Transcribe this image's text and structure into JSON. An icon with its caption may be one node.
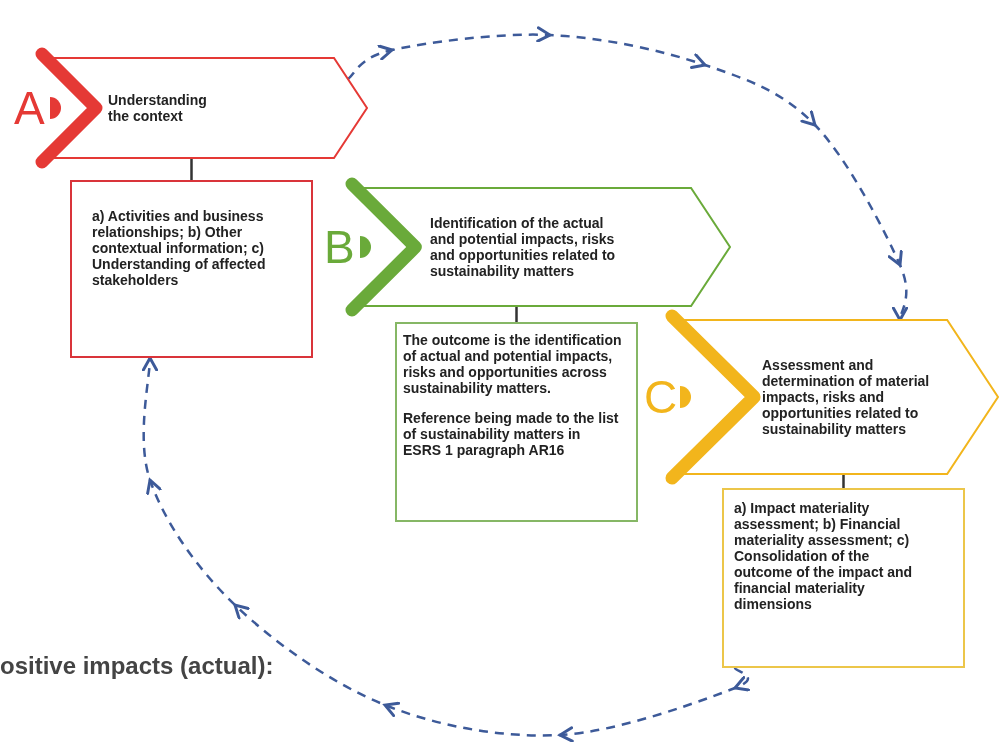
{
  "diagram": {
    "nodes": [
      {
        "text": [
          "A",
          "Understanding the context"
        ]
      },
      {
        "text": [
          "a) Activities and business relationships; b) Other contextual information; c) Understanding of affected stakeholders"
        ]
      },
      {
        "text": [
          "B",
          "Identification of the actual and potential impacts, risks and opportunities related to sustainability matters"
        ]
      },
      {
        "text": [
          "The outcome is the identification of actual and potential impacts, risks and opportunities across sustainability matters.",
          "Reference being made to the list of sustainability matters in ESRS 1 paragraph AR16"
        ]
      },
      {
        "text": [
          "C",
          "Assessment and determination of material impacts, risks and opportunities related to sustainability matters"
        ]
      },
      {
        "text": [
          "a) Impact materiality assessment; b) Financial materiality assessment; c) Consolidation of the outcome of the impact and financial materiality dimensions"
        ]
      }
    ],
    "edges": [
      {
        "from": 0,
        "to": 1,
        "arrow": "none"
      },
      {
        "from": 2,
        "to": 3,
        "arrow": "none"
      },
      {
        "from": 0,
        "to": 4,
        "arrow": "to",
        "style": "dashed",
        "color": "#3d5a99"
      },
      {
        "from": 4,
        "to": 5,
        "arrow": "none"
      },
      {
        "from": 5,
        "to": 1,
        "arrow": "to",
        "style": "dashed",
        "color": "#3d5a99"
      }
    ],
    "labels": [
      "ositive impacts (actual):"
    ]
  }
}
